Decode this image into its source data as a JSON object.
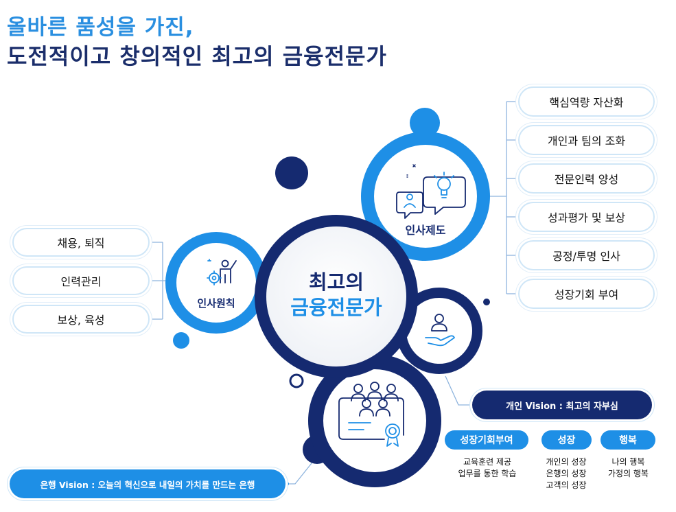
{
  "title": {
    "line1": "올바른 품성을 가진,",
    "line2": "도전적이고 창의적인 최고의 금융전문가"
  },
  "center": {
    "line1": "최고의",
    "line2": "금융전문가"
  },
  "left_circle": {
    "label": "인사원칙",
    "icon": "person-gear-icon"
  },
  "right_circle": {
    "label": "인사제도",
    "icon": "lightbulb-chat-icon"
  },
  "hand_circle": {
    "icon": "hand-person-icon"
  },
  "bottom_circle": {
    "icon": "certificate-team-icon"
  },
  "left_items": [
    "채용, 퇴직",
    "인력관리",
    "보상, 육성"
  ],
  "right_items": [
    "핵심역량 자산화",
    "개인과 팀의 조화",
    "전문인력 양성",
    "성과평가 및 보상",
    "공정/투명 인사",
    "성장기회 부여"
  ],
  "personal_vision": "개인 Vision : 최고의 자부심",
  "bank_vision": "은행 Vision : 오늘의 혁신으로 내일의 가치를 만드는 은행",
  "badges": [
    {
      "label": "성장기회부여",
      "lines": [
        "교육훈련 제공",
        "업무를 통한 학습"
      ]
    },
    {
      "label": "성장",
      "lines": [
        "개인의 성장",
        "은행의 성장",
        "고객의 성장"
      ]
    },
    {
      "label": "행복",
      "lines": [
        "나의 행복",
        "가정의 행복"
      ]
    }
  ],
  "colors": {
    "navy": "#152a70",
    "blue": "#1e8fe6",
    "light": "#cfe6f7"
  }
}
